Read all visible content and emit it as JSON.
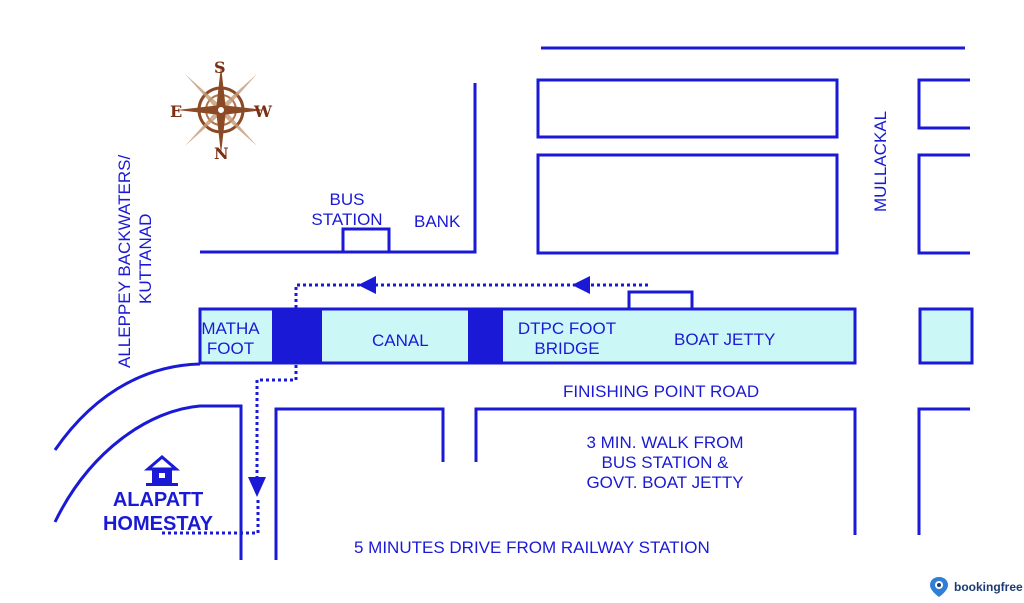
{
  "compass": {
    "north": "N",
    "south": "S",
    "east": "E",
    "west": "W"
  },
  "labels": {
    "backwaters": [
      "ALLEPPEY BACKWATERS/",
      "KUTTANAD"
    ],
    "bus_station": [
      "BUS",
      "STATION"
    ],
    "bank": "BANK",
    "mullackal": "MULLACKAL",
    "matha_foot": [
      "MATHA",
      "FOOT"
    ],
    "canal": "CANAL",
    "dtpc_bridge": [
      "DTPC FOOT",
      "BRIDGE"
    ],
    "boat_jetty": "BOAT JETTY",
    "finishing_point_road": "FINISHING POINT ROAD",
    "walk_note": [
      "3 MIN. WALK FROM",
      "BUS STATION &",
      "GOVT. BOAT JETTY"
    ],
    "drive_note": "5 MINUTES DRIVE FROM RAILWAY STATION"
  },
  "homestay": {
    "name": [
      "ALAPATT",
      "HOMESTAY"
    ],
    "icon": "house-icon"
  },
  "brand": {
    "name": "bookingfree",
    "icon": "bookingfree-logo-icon"
  },
  "colors": {
    "road": "#1a1ad6",
    "canal_fill": "#ccf7f7",
    "bridge": "#1a1ad6",
    "compass": "#8b4a25",
    "text": "#1a1ad6"
  }
}
